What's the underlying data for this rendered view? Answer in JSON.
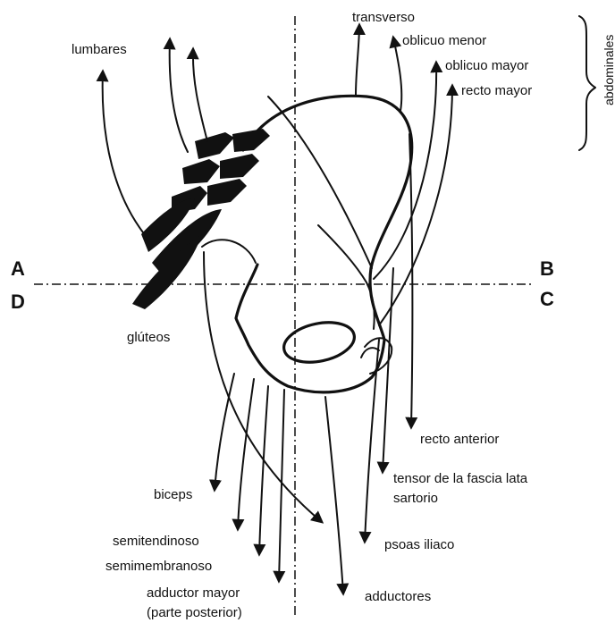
{
  "colors": {
    "ink": "#111111",
    "paper": "#ffffff"
  },
  "axis_labels": {
    "a": "A",
    "b": "B",
    "c": "C",
    "d": "D"
  },
  "group_label": "abdominales",
  "labels": {
    "lumbares": "lumbares",
    "transverso": "transverso",
    "oblicuo_menor": "oblicuo menor",
    "oblicuo_mayor": "oblicuo mayor",
    "recto_mayor": "recto mayor",
    "gluteos": "glúteos",
    "recto_anterior": "recto anterior",
    "tensor": "tensor de la fascia lata",
    "sartorio": "sartorio",
    "biceps": "biceps",
    "semitendinoso": "semitendinoso",
    "semimembranoso": "semimembranoso",
    "adductor_mayor": "adductor mayor",
    "parte_posterior": "(parte posterior)",
    "psoas": "psoas iliaco",
    "adductores": "adductores"
  }
}
